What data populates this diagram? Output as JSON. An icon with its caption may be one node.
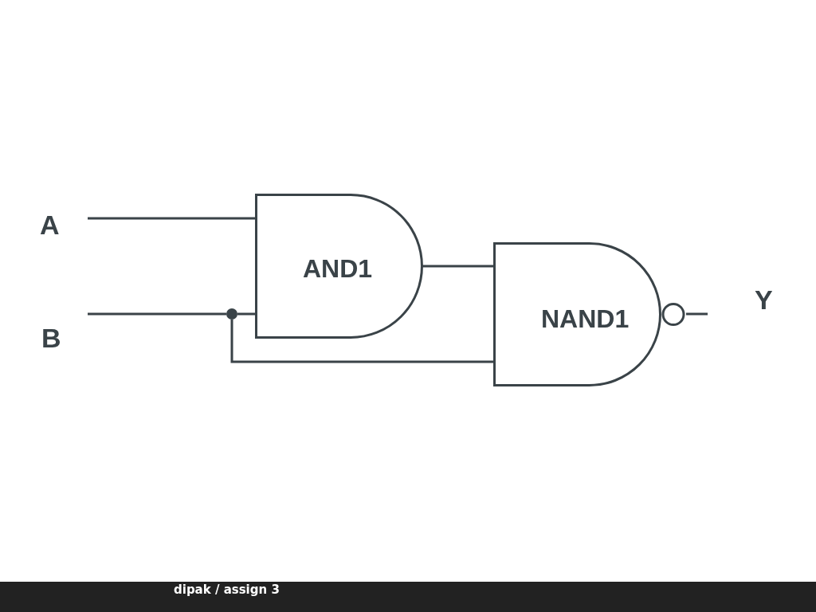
{
  "diagram": {
    "title": "dipak / assign 3",
    "nodes": [
      {
        "text": [
          "A"
        ]
      },
      {
        "text": [
          "B"
        ]
      },
      {
        "text": [
          "AND1"
        ]
      },
      {
        "text": [
          "NAND1"
        ]
      },
      {
        "text": [],
        "shape": "dot"
      }
    ],
    "edges": [
      {
        "from": 0,
        "to": 2,
        "arrow": "none"
      },
      {
        "from": 1,
        "to": 4,
        "arrow": "none"
      },
      {
        "from": 4,
        "to": 2,
        "arrow": "none"
      },
      {
        "from": 4,
        "to": 3,
        "arrow": "none"
      },
      {
        "from": 2,
        "to": 3,
        "arrow": "none"
      },
      {
        "from": 3,
        "to": null,
        "arrow": "none"
      }
    ],
    "labels": [
      "Y"
    ]
  }
}
